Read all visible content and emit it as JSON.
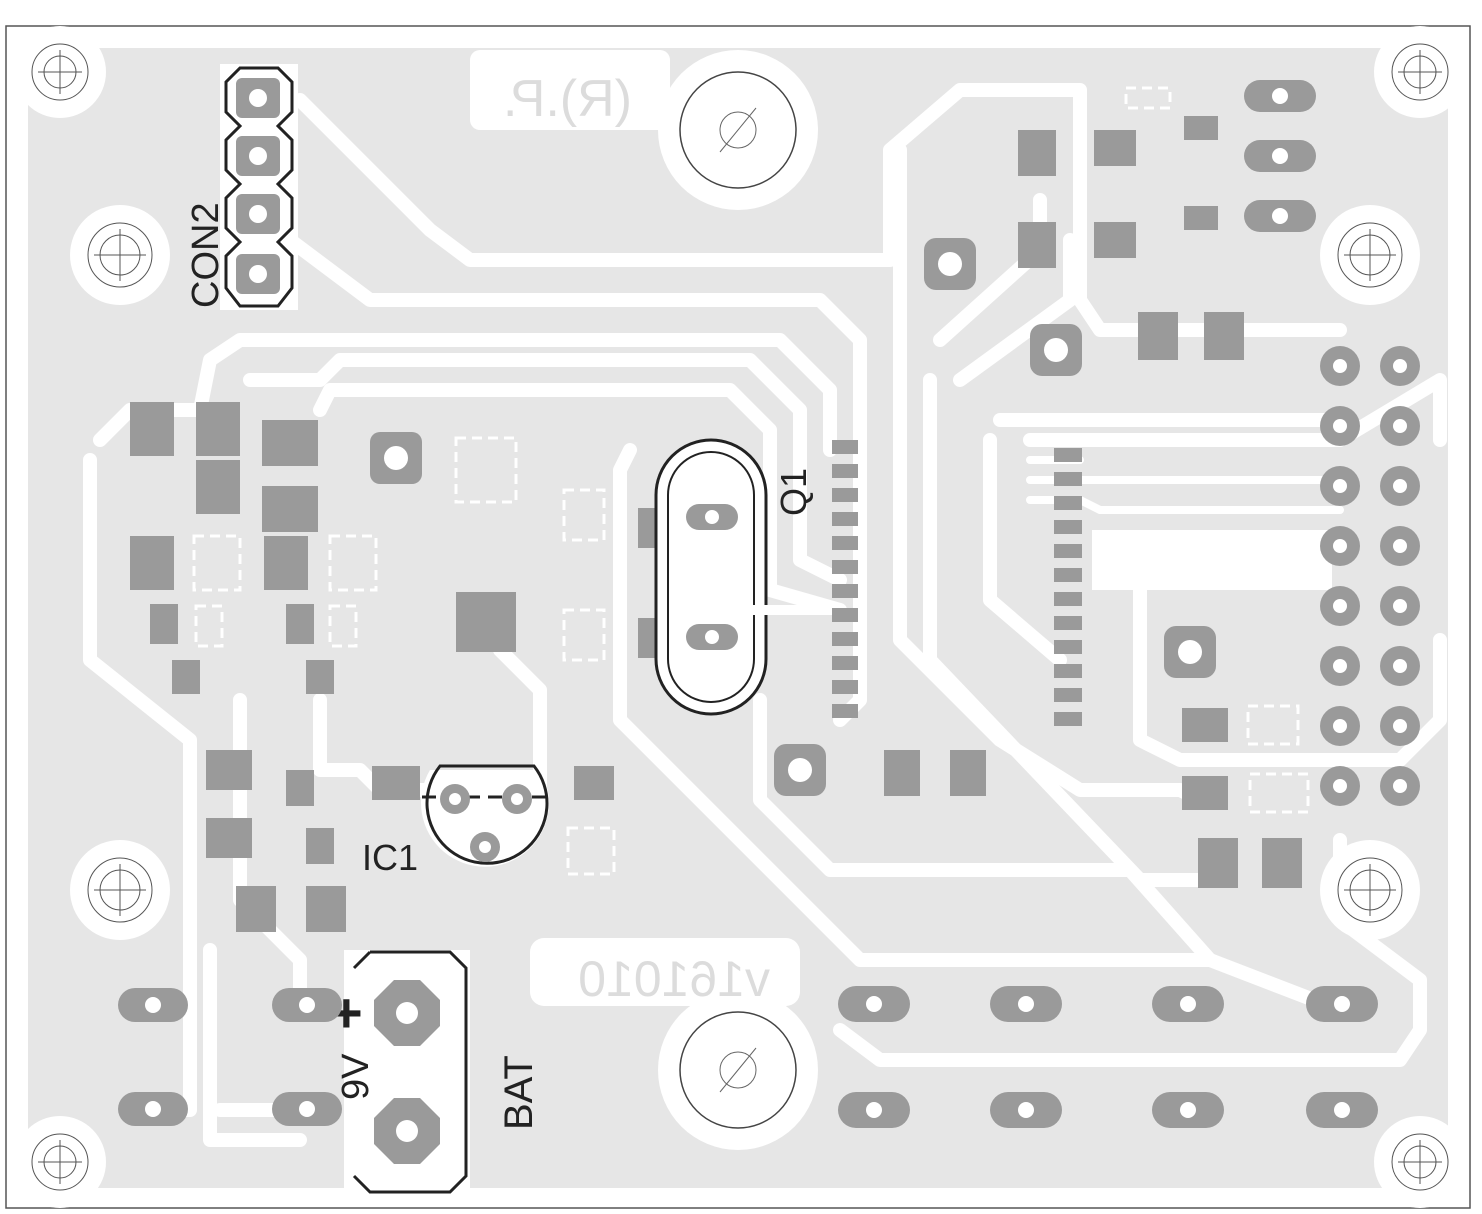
{
  "board": {
    "copper_color": "#e6e6e6",
    "pad_color": "#9a9a9a",
    "silk_color": "#222222"
  },
  "labels": {
    "con2": "CON2",
    "q1": "Q1",
    "ic1": "IC1",
    "bat": "BAT",
    "voltage": "9V",
    "plus": "+",
    "minus": "−",
    "mark_rp": "(R).P.",
    "version": "v161010"
  },
  "icons": {
    "mounting_hole": "crosshair-circle-icon",
    "standoff": "diameter-icon"
  }
}
